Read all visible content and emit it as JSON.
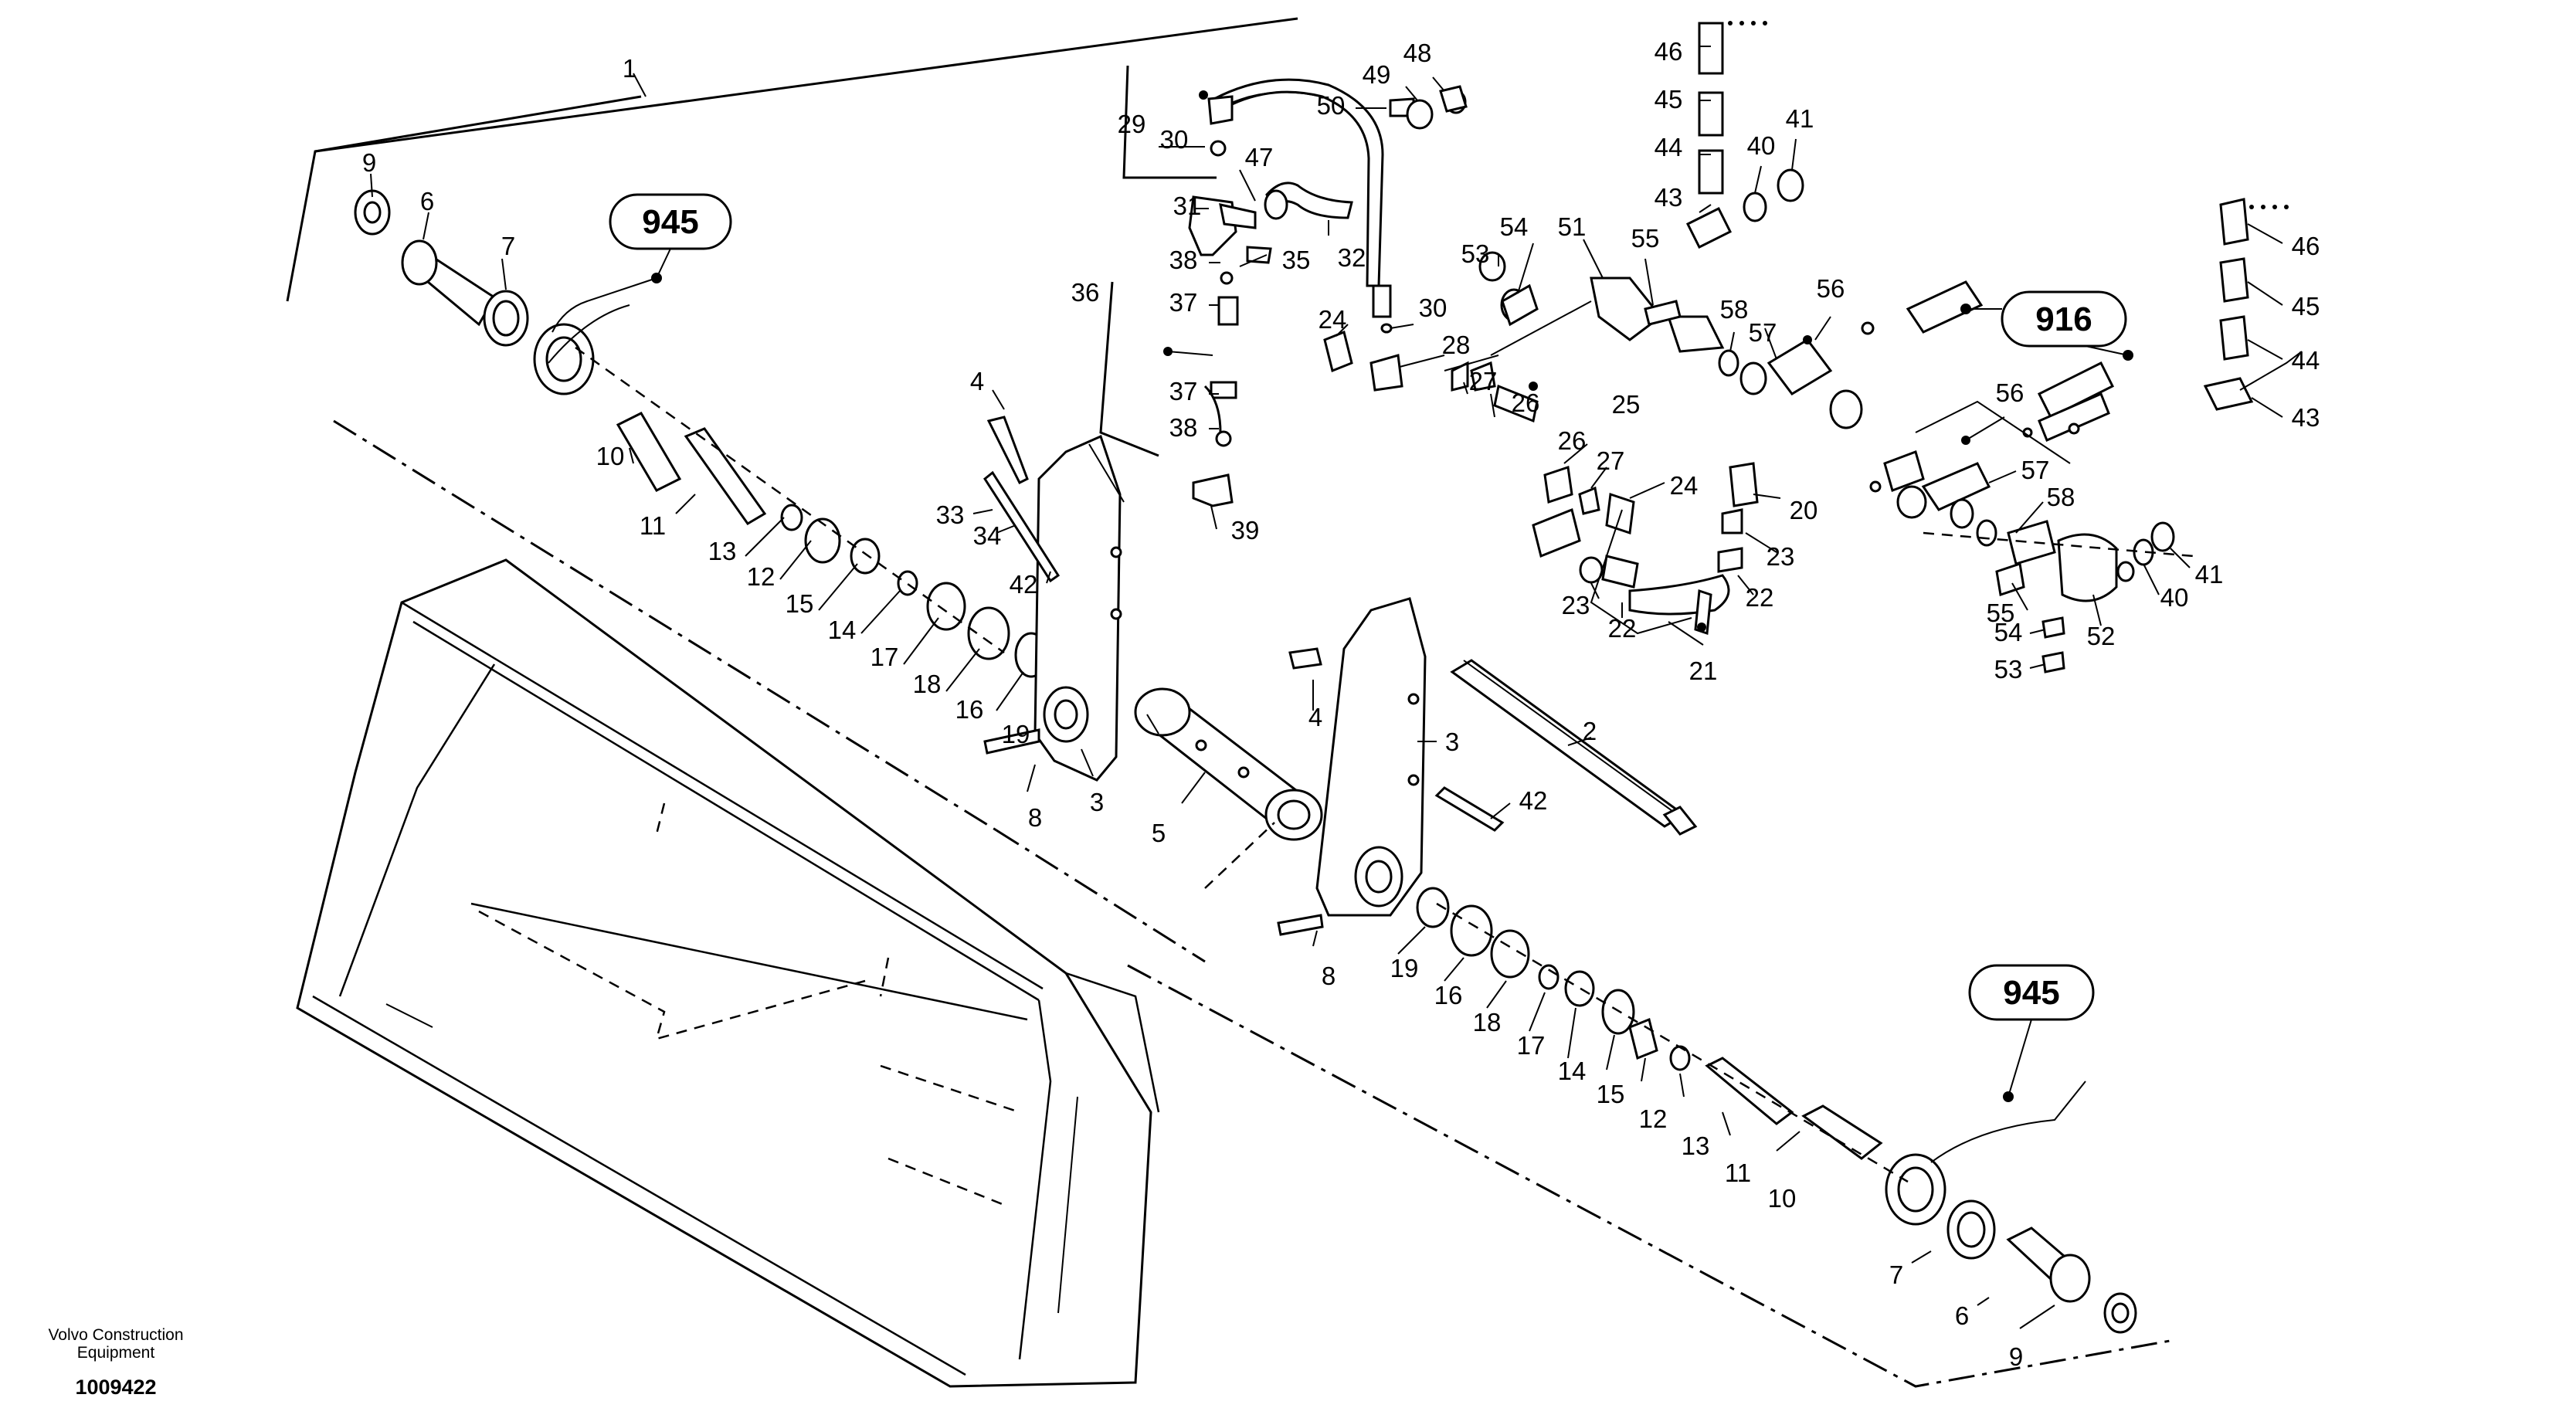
{
  "footer": {
    "company_line1": "Volvo Construction",
    "company_line2": "Equipment",
    "drawing_number": "1009422"
  },
  "reference_badges": [
    {
      "id": "ref-945-left",
      "label": "945"
    },
    {
      "id": "ref-916",
      "label": "916"
    },
    {
      "id": "ref-945-right",
      "label": "945"
    }
  ],
  "callouts": [
    {
      "label": "1"
    },
    {
      "label": "9"
    },
    {
      "label": "6"
    },
    {
      "label": "7"
    },
    {
      "label": "10"
    },
    {
      "label": "11"
    },
    {
      "label": "13"
    },
    {
      "label": "12"
    },
    {
      "label": "15"
    },
    {
      "label": "14"
    },
    {
      "label": "17"
    },
    {
      "label": "18"
    },
    {
      "label": "16"
    },
    {
      "label": "19"
    },
    {
      "label": "4"
    },
    {
      "label": "33"
    },
    {
      "label": "34"
    },
    {
      "label": "42"
    },
    {
      "label": "8"
    },
    {
      "label": "3"
    },
    {
      "label": "29"
    },
    {
      "label": "30"
    },
    {
      "label": "47"
    },
    {
      "label": "31"
    },
    {
      "label": "38"
    },
    {
      "label": "35"
    },
    {
      "label": "32"
    },
    {
      "label": "36"
    },
    {
      "label": "37"
    },
    {
      "label": "37"
    },
    {
      "label": "38"
    },
    {
      "label": "39"
    },
    {
      "label": "50"
    },
    {
      "label": "49"
    },
    {
      "label": "48"
    },
    {
      "label": "24"
    },
    {
      "label": "30"
    },
    {
      "label": "28"
    },
    {
      "label": "5"
    },
    {
      "label": "4"
    },
    {
      "label": "3"
    },
    {
      "label": "42"
    },
    {
      "label": "2"
    },
    {
      "label": "8"
    },
    {
      "label": "19"
    },
    {
      "label": "16"
    },
    {
      "label": "18"
    },
    {
      "label": "17"
    },
    {
      "label": "14"
    },
    {
      "label": "15"
    },
    {
      "label": "12"
    },
    {
      "label": "13"
    },
    {
      "label": "11"
    },
    {
      "label": "10"
    },
    {
      "label": "7"
    },
    {
      "label": "6"
    },
    {
      "label": "9"
    },
    {
      "label": "46"
    },
    {
      "label": "45"
    },
    {
      "label": "44"
    },
    {
      "label": "43"
    },
    {
      "label": "40"
    },
    {
      "label": "41"
    },
    {
      "label": "54"
    },
    {
      "label": "53"
    },
    {
      "label": "51"
    },
    {
      "label": "55"
    },
    {
      "label": "58"
    },
    {
      "label": "57"
    },
    {
      "label": "56"
    },
    {
      "label": "27"
    },
    {
      "label": "26"
    },
    {
      "label": "25"
    },
    {
      "label": "26"
    },
    {
      "label": "27"
    },
    {
      "label": "24"
    },
    {
      "label": "20"
    },
    {
      "label": "23"
    },
    {
      "label": "23"
    },
    {
      "label": "22"
    },
    {
      "label": "22"
    },
    {
      "label": "21"
    },
    {
      "label": "46"
    },
    {
      "label": "45"
    },
    {
      "label": "44"
    },
    {
      "label": "43"
    },
    {
      "label": "56"
    },
    {
      "label": "57"
    },
    {
      "label": "58"
    },
    {
      "label": "55"
    },
    {
      "label": "54"
    },
    {
      "label": "53"
    },
    {
      "label": "52"
    },
    {
      "label": "40"
    },
    {
      "label": "41"
    }
  ]
}
